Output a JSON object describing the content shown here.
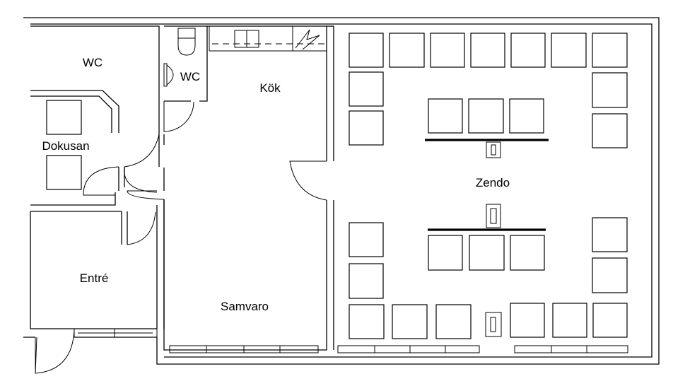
{
  "rooms": {
    "wc1": "WC",
    "wc2": "WC",
    "kok": "Kök",
    "dokusan": "Dokusan",
    "entre": "Entré",
    "samvaro": "Samvaro",
    "zendo": "Zendo"
  },
  "colors": {
    "line": "#000000",
    "background": "#ffffff"
  }
}
